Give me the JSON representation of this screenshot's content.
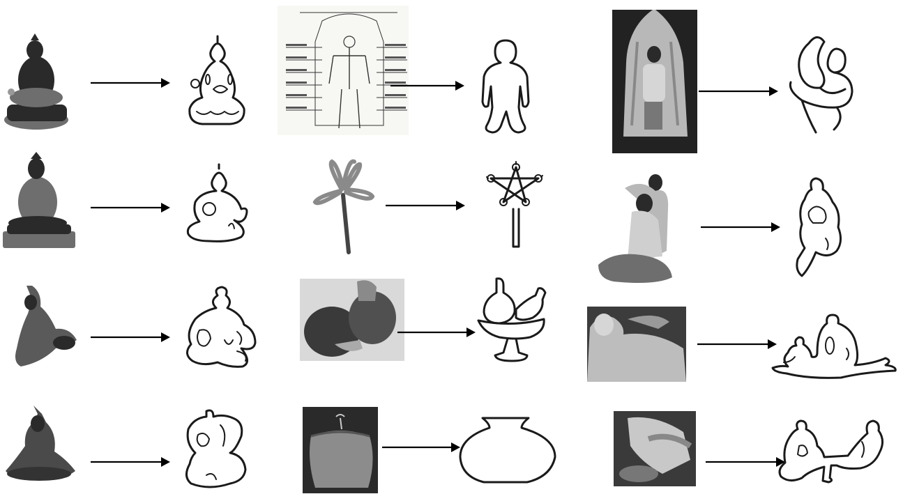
{
  "figure": {
    "arrow_color": "#000000",
    "background": "#ffffff",
    "rows": [
      {
        "pairs": [
          {
            "source": "buddha-statue-photo",
            "target": "buddha-outline-icon"
          },
          {
            "source": "body-meridian-manuscript",
            "target": "human-body-outline-icon"
          },
          {
            "source": "herbal-steam-tent-photo",
            "target": "embrace-outline-icon"
          }
        ]
      },
      {
        "pairs": [
          {
            "source": "hermit-statue-photo",
            "target": "seated-hermit-outline-icon"
          },
          {
            "source": "yantra-tool-photo",
            "target": "star-yantra-outline-icon"
          },
          {
            "source": "thai-massage-stretch-photo",
            "target": "arm-stretch-outline-icon"
          }
        ]
      },
      {
        "pairs": [
          {
            "source": "yoga-pose-statue-photo",
            "target": "yoga-pose-outline-icon"
          },
          {
            "source": "herbal-compress-balls-photo",
            "target": "herbal-compress-bowl-outline-icon"
          },
          {
            "source": "reclining-massage-photo",
            "target": "reclining-massage-outline-icon"
          }
        ]
      },
      {
        "pairs": [
          {
            "source": "cross-legged-statue-photo",
            "target": "cross-legged-outline-icon"
          },
          {
            "source": "clay-pot-photo",
            "target": "clay-pot-outline-icon"
          },
          {
            "source": "foot-massage-photo",
            "target": "foot-massage-outline-icon"
          }
        ]
      }
    ]
  }
}
